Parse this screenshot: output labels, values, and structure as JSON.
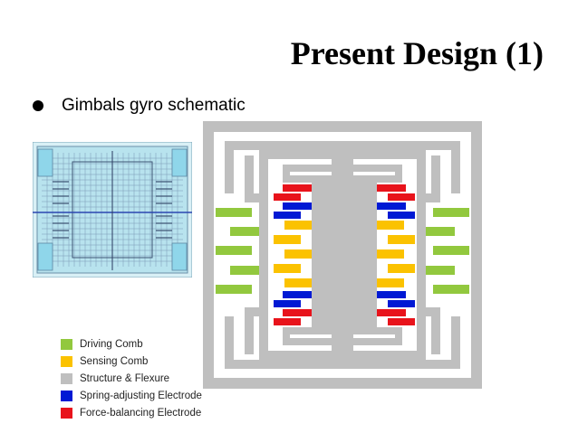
{
  "slide": {
    "title": "Present Design (1)",
    "bullet": "Gimbals gyro schematic"
  },
  "colors": {
    "driving": "#92c83e",
    "sensing": "#fbc200",
    "structure": "#bfbfbf",
    "spring": "#0019d4",
    "force": "#e8131b",
    "layout_bg": "#b8e3ee",
    "layout_line": "#46648a"
  },
  "legend": [
    {
      "key": "driving",
      "label": "Driving Comb"
    },
    {
      "key": "sensing",
      "label": "Sensing Comb"
    },
    {
      "key": "structure",
      "label": "Structure & Flexure"
    },
    {
      "key": "spring",
      "label": "Spring-adjusting Electrode"
    },
    {
      "key": "force",
      "label": "Force-balancing Electrode"
    }
  ]
}
